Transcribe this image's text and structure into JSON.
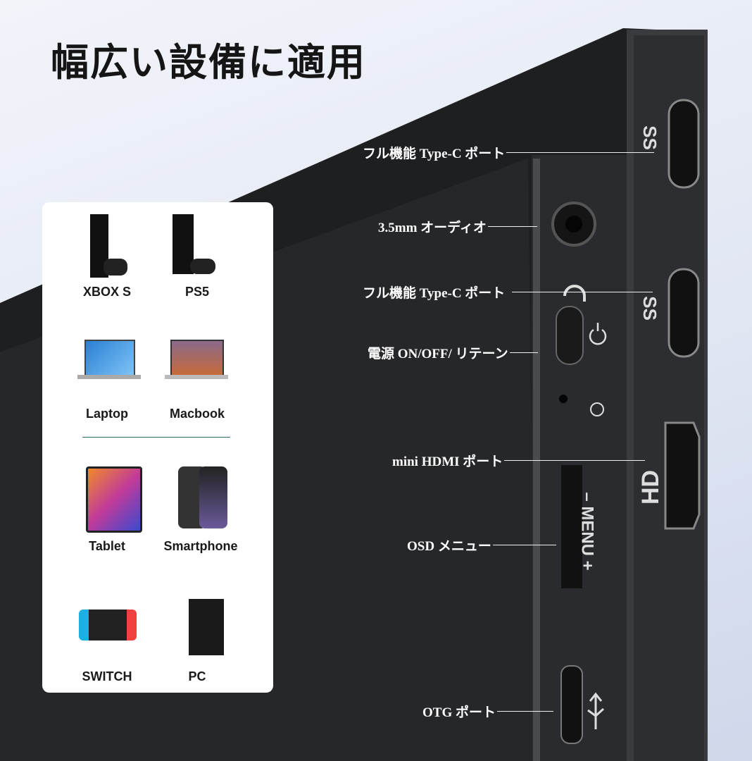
{
  "title": "幅広い設備に適用",
  "devices": [
    {
      "label": "XBOX S",
      "icon": "xbox-console-icon"
    },
    {
      "label": "PS5",
      "icon": "ps-console-icon"
    },
    {
      "label": "Laptop",
      "icon": "laptop-icon"
    },
    {
      "label": "Macbook",
      "icon": "macbook-icon"
    },
    {
      "label": "Tablet",
      "icon": "tablet-icon"
    },
    {
      "label": "Smartphone",
      "icon": "smartphone-icon"
    },
    {
      "label": "SWITCH",
      "icon": "switch-console-icon"
    },
    {
      "label": "PC",
      "icon": "pc-tower-icon"
    }
  ],
  "ports": [
    {
      "label": "フル機能 Type-C ポート"
    },
    {
      "label": "3.5mm オーディオ"
    },
    {
      "label": "フル機能 Type-C ポート"
    },
    {
      "label": "電源 ON/OFF/ リテーン"
    },
    {
      "label": "mini HDMI ポート"
    },
    {
      "label": "OSD メニュー"
    },
    {
      "label": "OTG ポート"
    }
  ],
  "side_marks": {
    "ss1": "SS",
    "ss2": "SS",
    "hd": "HD",
    "menu": "– MENU +"
  },
  "colors": {
    "monitor": "#1f2022",
    "edge": "#3b3c40",
    "card": "#ffffff",
    "divider": "#2f6d63"
  }
}
